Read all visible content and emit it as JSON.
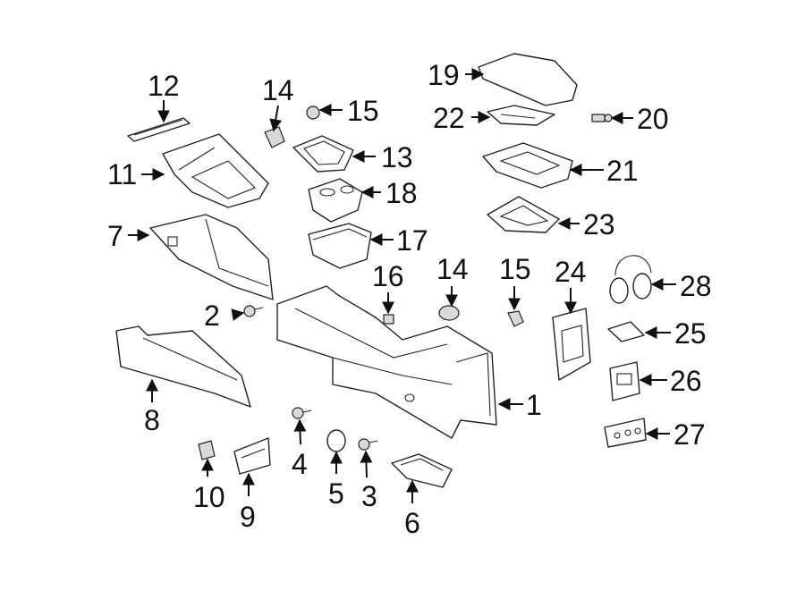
{
  "callouts": {
    "c1": "1",
    "c2": "2",
    "c3": "3",
    "c4": "4",
    "c5": "5",
    "c6": "6",
    "c7": "7",
    "c8": "8",
    "c9": "9",
    "c10": "10",
    "c11": "11",
    "c12": "12",
    "c13": "13",
    "c14a": "14",
    "c14b": "14",
    "c15a": "15",
    "c15b": "15",
    "c16": "16",
    "c17": "17",
    "c18": "18",
    "c19": "19",
    "c20": "20",
    "c21": "21",
    "c22": "22",
    "c23": "23",
    "c24": "24",
    "c25": "25",
    "c26": "26",
    "c27": "27",
    "c28": "28"
  }
}
